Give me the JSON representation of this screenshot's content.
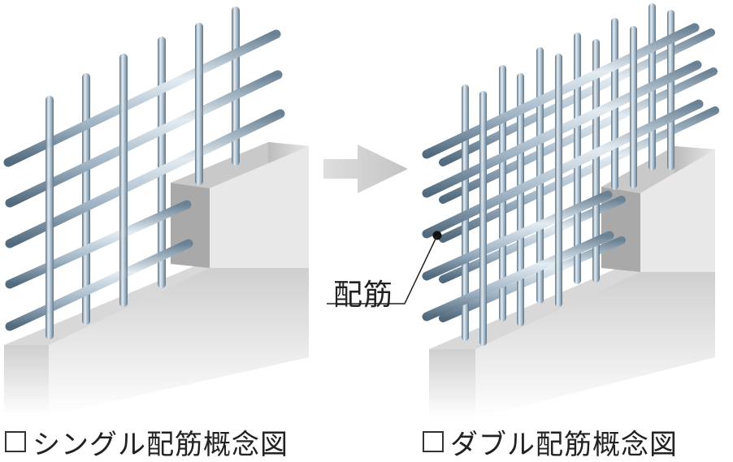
{
  "captions": {
    "single": "シングル配筋概念図",
    "double": "ダブル配筋概念図"
  },
  "callout": {
    "label": "配筋"
  },
  "colors": {
    "rebar_light": "#dde6ee",
    "rebar_mid": "#9fb3c4",
    "rebar_dark": "#5d7487",
    "concrete_front": "#d6d6d6",
    "concrete_top": "#bdbdbd",
    "arrow": "#c4c4c4"
  },
  "icons": {
    "arrow": "right-arrow-icon",
    "checkbox": "empty-square-icon"
  }
}
